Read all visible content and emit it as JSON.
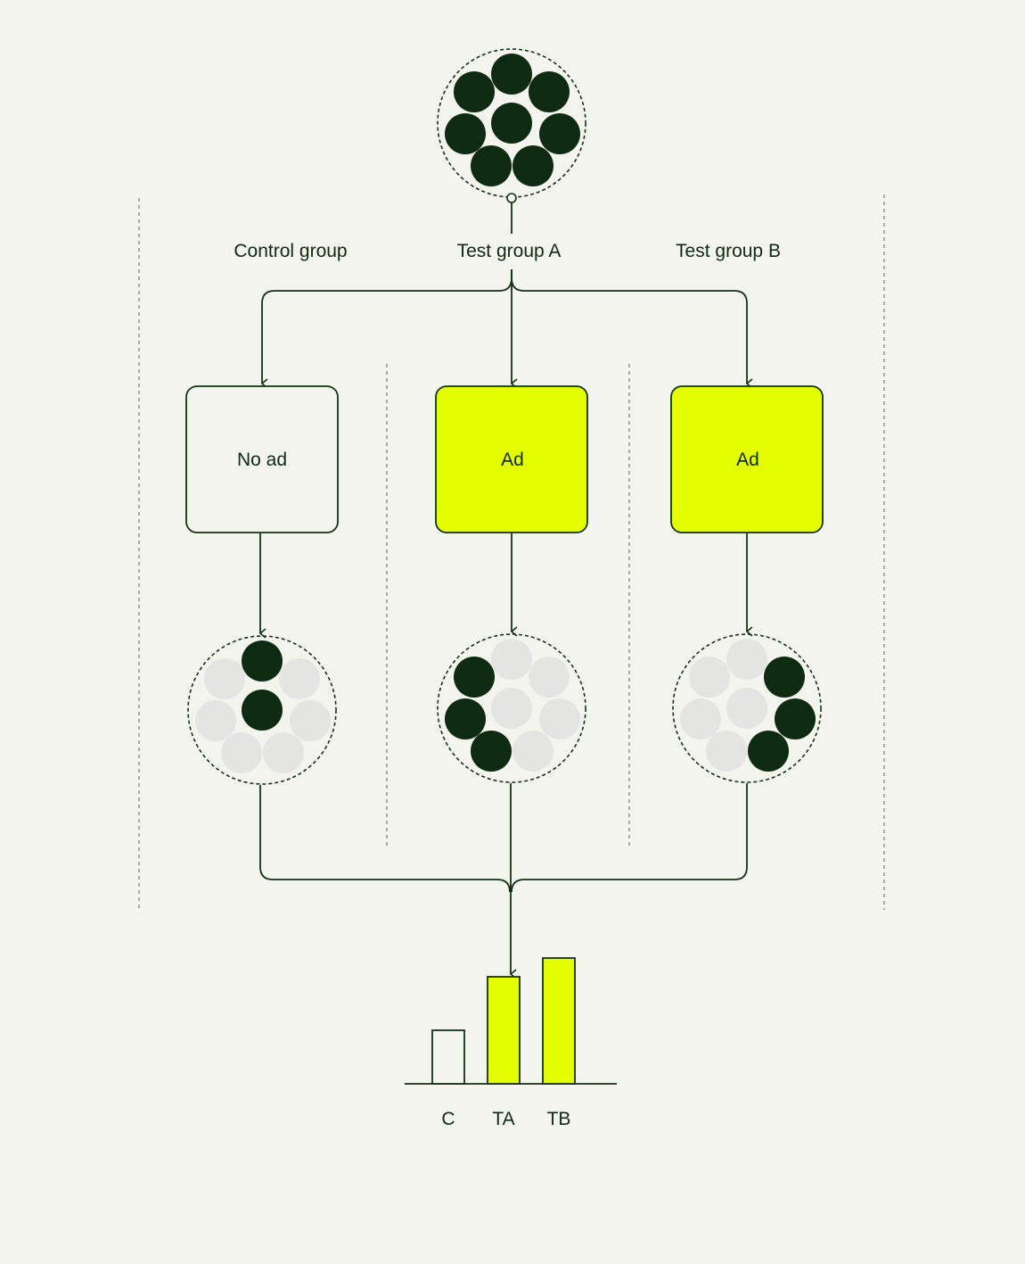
{
  "colors": {
    "background": "#f3f4ee",
    "dark": "#0e2a10",
    "line": "#123314",
    "accent": "#e3ff00",
    "light_dot": "#e4e5e3",
    "box_plain": "#f3f4ee"
  },
  "groups": [
    {
      "label": "Control group",
      "treatment": "No ad",
      "highlighted": false,
      "converted_dots": [
        0,
        3
      ]
    },
    {
      "label": "Test group A",
      "treatment": "Ad",
      "highlighted": true,
      "converted_dots": [
        1,
        4,
        6
      ]
    },
    {
      "label": "Test group B",
      "treatment": "Ad",
      "highlighted": true,
      "converted_dots": [
        2,
        5,
        7
      ]
    }
  ],
  "population": {
    "count": 8
  },
  "chart_data": {
    "type": "bar",
    "categories": [
      "C",
      "TA",
      "TB"
    ],
    "values": [
      2,
      4,
      4.7
    ],
    "title": "",
    "xlabel": "",
    "ylabel": "",
    "ylim": [
      0,
      5
    ]
  }
}
